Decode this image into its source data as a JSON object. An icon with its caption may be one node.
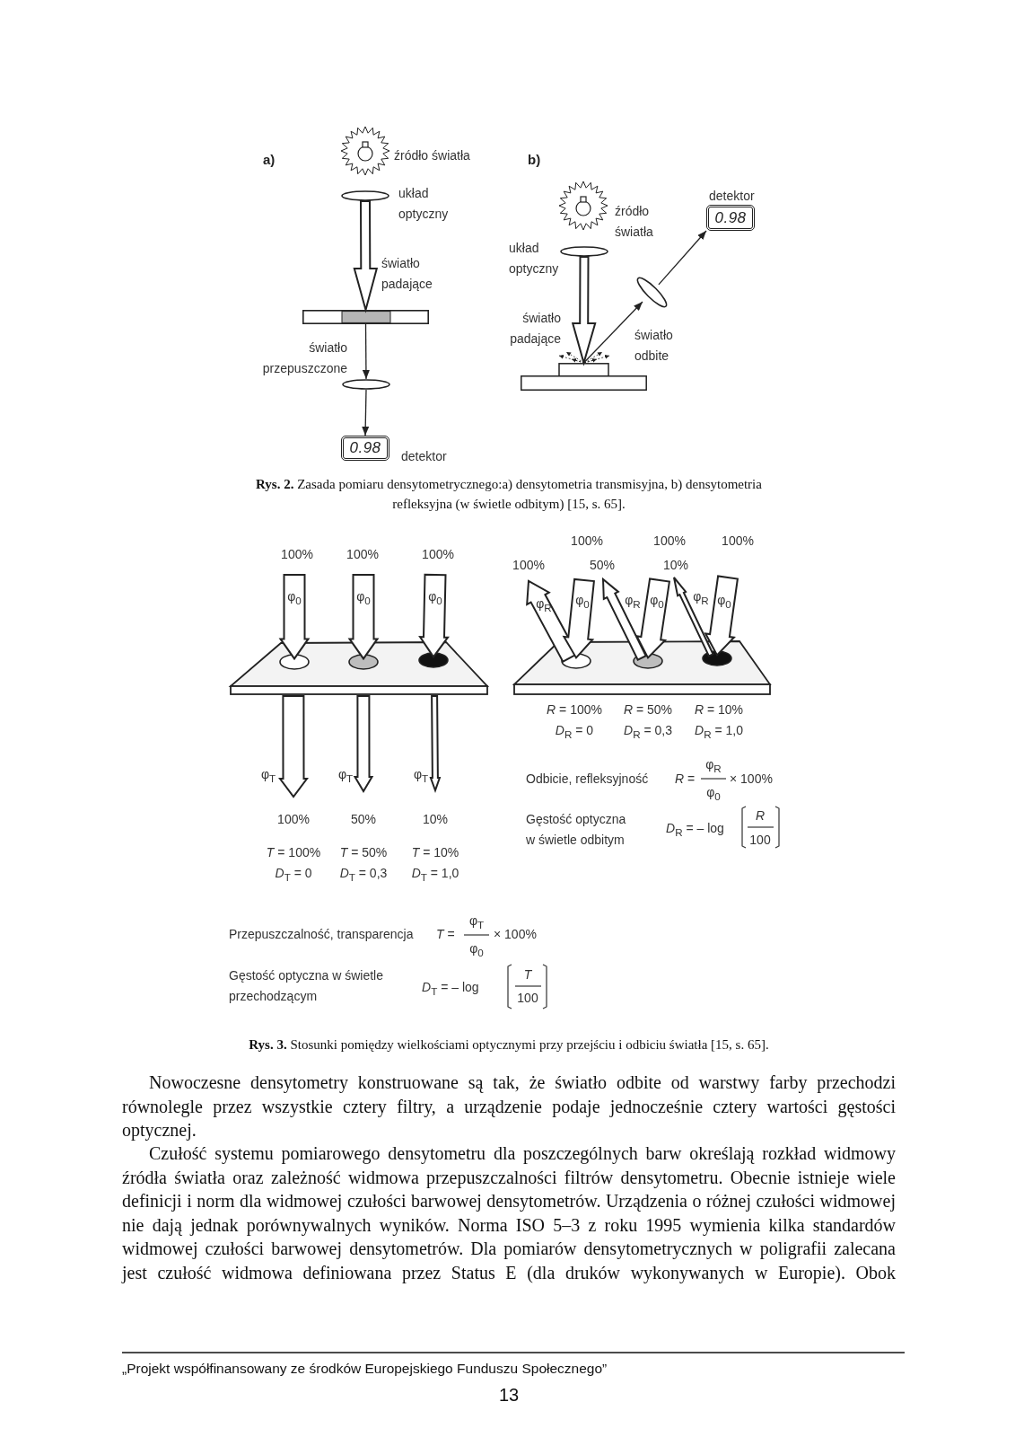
{
  "diagram": {
    "nodes": [
      {
        "text": [],
        "shape": "picture",
        "beside": [
          "źródło światła"
        ]
      },
      {
        "text": [],
        "shape": "ellipse",
        "beside": [
          "układ optyczny"
        ]
      },
      {
        "text": [],
        "shape": "bar"
      },
      {
        "text": [],
        "shape": "ellipse"
      },
      {
        "text": [
          "0.98"
        ],
        "beside": [
          "detektor"
        ]
      },
      {
        "text": [],
        "shape": "picture",
        "beside": [
          "źródło światła"
        ]
      },
      {
        "text": [],
        "shape": "ellipse",
        "beside": [
          "układ optyczny"
        ]
      },
      {
        "text": [],
        "shape": "box"
      },
      {
        "text": [],
        "shape": "ellipse"
      },
      {
        "text": [
          "0.98"
        ],
        "beside": [
          "detektor"
        ]
      },
      {
        "text": [],
        "shape": "box"
      },
      {
        "text": [],
        "shape": "ellipse",
        "in": 10
      },
      {
        "text": [],
        "shape": "ellipse",
        "in": 10
      },
      {
        "text": [],
        "shape": "ellipse",
        "in": 10
      },
      {
        "text": [],
        "shape": "box"
      },
      {
        "text": [],
        "shape": "ellipse",
        "in": 14
      },
      {
        "text": [],
        "shape": "ellipse",
        "in": 14
      },
      {
        "text": [],
        "shape": "ellipse",
        "in": 14
      }
    ],
    "edges": [
      {
        "from": 1,
        "to": 2,
        "arrow": "to",
        "label": "światło padające",
        "style": "thick"
      },
      {
        "from": 2,
        "to": 3,
        "arrow": "to",
        "label": "światło przepuszczone"
      },
      {
        "from": 3,
        "to": 4,
        "arrow": "to"
      },
      {
        "from": 6,
        "to": 7,
        "arrow": "to",
        "label": "światło padające",
        "style": "thick"
      },
      {
        "from": 7,
        "to": 8,
        "arrow": "to",
        "label": "światło odbite"
      },
      {
        "from": 8,
        "to": 9,
        "arrow": "to"
      },
      {
        "from": null,
        "to": 11,
        "arrow": "to",
        "label": "φ$_{0}$",
        "style": "thick"
      },
      {
        "from": null,
        "to": 12,
        "arrow": "to",
        "label": "φ$_{0}$",
        "style": "thick"
      },
      {
        "from": null,
        "to": 13,
        "arrow": "to",
        "label": "φ$_{0}$",
        "style": "thick"
      },
      {
        "from": 10,
        "to": null,
        "arrow": "to",
        "label": "φ$_{T}$",
        "style": "thick"
      },
      {
        "from": 10,
        "to": null,
        "arrow": "to",
        "label": "φ$_{T}$",
        "style": "thick"
      },
      {
        "from": 10,
        "to": null,
        "arrow": "to",
        "label": "φ$_{T}$",
        "style": "thick"
      },
      {
        "from": null,
        "to": 15,
        "arrow": "to",
        "label": "φ$_{0}$",
        "style": "thick"
      },
      {
        "from": 15,
        "to": null,
        "arrow": "to",
        "label": "φ$_{R}$",
        "style": "thick"
      },
      {
        "from": null,
        "to": 16,
        "arrow": "to",
        "label": "φ$_{0}$",
        "style": "thick"
      },
      {
        "from": 16,
        "to": null,
        "arrow": "to",
        "label": "φ$_{R}$",
        "style": "thick"
      },
      {
        "from": null,
        "to": 17,
        "arrow": "to",
        "label": "φ$_{0}$",
        "style": "thick"
      },
      {
        "from": 17,
        "to": null,
        "arrow": "to",
        "label": "φ$_{R}$",
        "style": "thick"
      }
    ],
    "labels": [
      "a)",
      "b)",
      "**Rys. 2.** Zasada pomiaru densytometrycznego:a) densytometria transmisyjna, b) densytometria refleksyjna (w świetle odbitym) [15, s. 65].",
      "100%",
      "100%",
      "100%",
      "100%",
      "100%",
      "100%",
      "100%",
      "50%",
      "10%",
      "*R* = 100%",
      "*R* = 50%",
      "*R* = 10%",
      "*D*$_{R}$ = 0",
      "*D*$_{R}$ = 0,3",
      "*D*$_{R}$ = 1,0",
      "Odbicie, refleksyjność",
      "*R* =",
      "φ$_{R}$",
      "φ$_{0}$",
      "× 100%",
      "Gęstość optyczna w świetle odbitym",
      "*D*$_{R}$ = – log",
      "*R*",
      "100",
      "100%",
      "50%",
      "10%",
      "*T* = 100%",
      "*T* = 50%",
      "*T* = 10%",
      "*D*$_{T}$ = 0",
      "*D*$_{T}$ = 0,3",
      "*D*$_{T}$ = 1,0",
      "Przepuszczalność, transparencja",
      "*T* =",
      "φ$_{T}$",
      "φ$_{0}$",
      "× 100%",
      "Gęstość optyczna w świetle przechodzącym",
      "*D*$_{T}$ = – log",
      "*T*",
      "100",
      "**Rys. 3.** Stosunki pomiędzy wielkościami optycznymi przy przejściu i odbiciu światła [15, s. 65].",
      "Nowoczesne densytometry konstruowane są tak, że światło odbite od warstwy farby przechodzi równolegle przez wszystkie cztery filtry, a urządzenie podaje jednocześnie cztery wartości gęstości optycznej.",
      "Czułość systemu pomiarowego densytometru dla poszczególnych barw określają rozkład widmowy źródła światła oraz zależność widmowa przepuszczalności filtrów densytometru. Obecnie istnieje wiele definicji i norm dla widmowej czułości barwowej densytometrów. Urządzenia o różnej czułości widmowej nie dają jednak porównywalnych wyników. Norma ISO 5–3 z roku 1995 wymienia kilka standardów widmowej czułości barwowej densytometrów. Dla pomiarów densytometrycznych w poligrafii zalecana jest czułość widmowa definiowana przez Status E (dla druków wykonywanych w Europie). Obok",
      "„Projekt współfinansowany ze środków Europejskiego Funduszu Społecznego”",
      "13"
    ]
  }
}
